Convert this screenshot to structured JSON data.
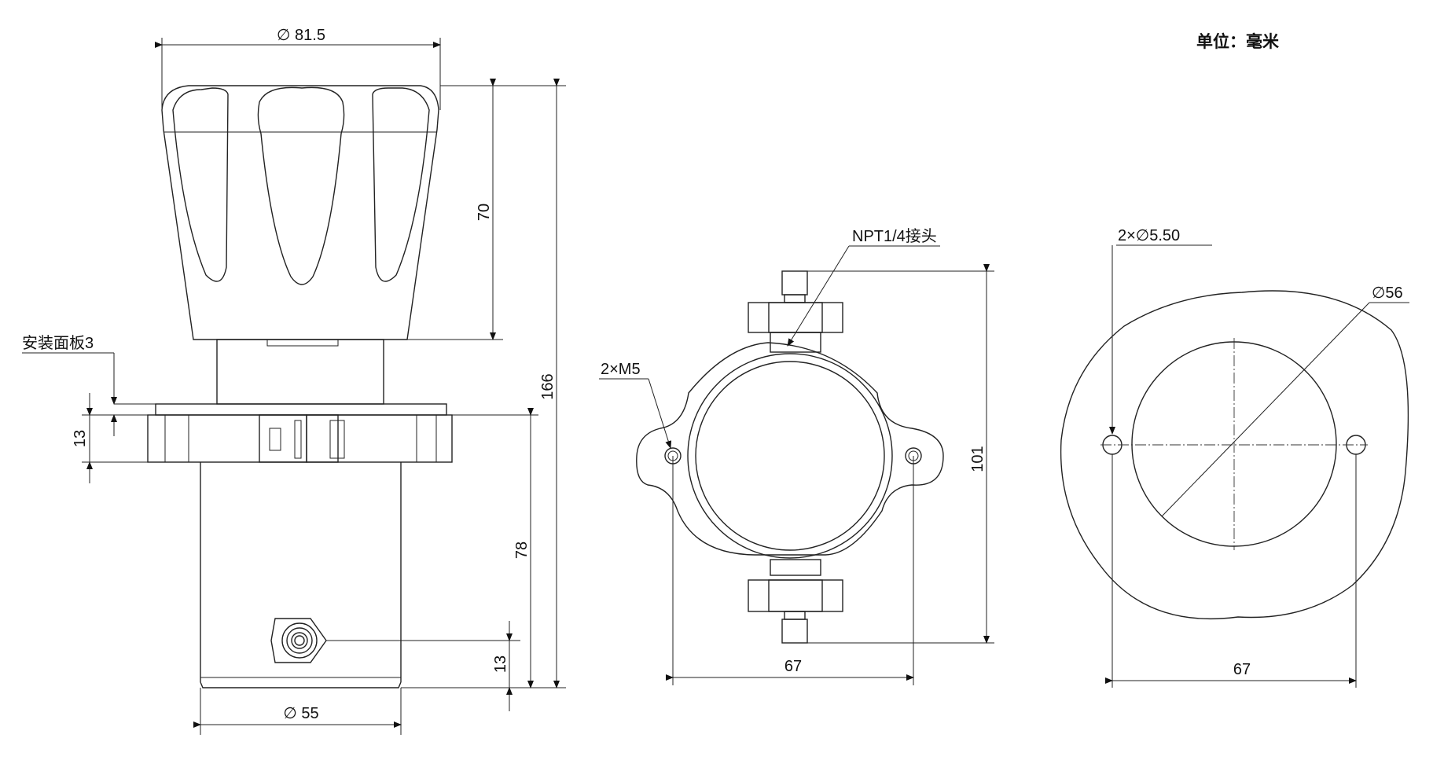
{
  "unit_label": "单位：毫米",
  "side_view": {
    "knob_diameter": "∅ 81.5",
    "knob_height": "70",
    "total_height": "166",
    "panel_label": "安装面板3",
    "flange_height": "13",
    "body_height": "78",
    "port_offset": "13",
    "body_diameter": "∅ 55"
  },
  "top_view": {
    "connector_label": "NPT1/4接头",
    "thread_label": "2×M5",
    "height": "101",
    "width": "67"
  },
  "cutout_view": {
    "hole_label": "2×∅5.50",
    "cutout_diameter": "∅56",
    "hole_spacing": "67"
  }
}
